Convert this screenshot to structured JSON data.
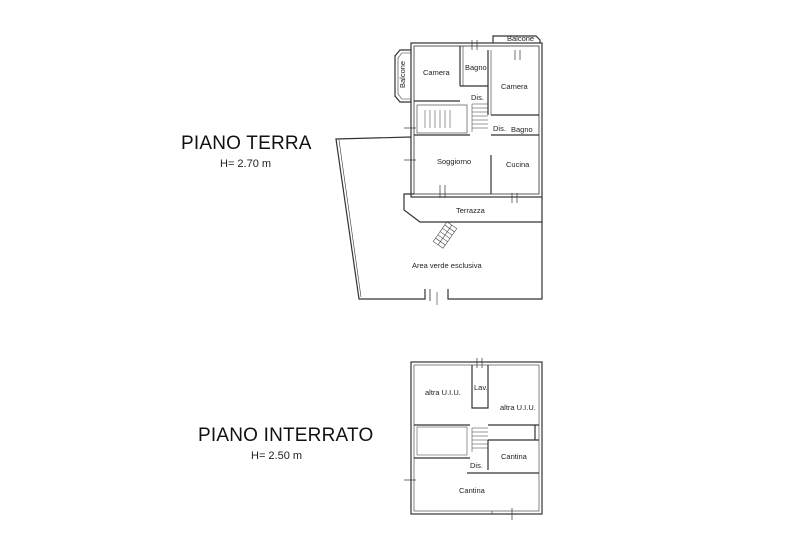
{
  "floors": [
    {
      "title": "PIANO TERRA",
      "height": "H= 2.70 m",
      "rooms": {
        "balcone_left": "Balcone",
        "balcone_top": "Balcone",
        "camera_left": "Camera",
        "bagno_top": "Bagno",
        "camera_right": "Camera",
        "dis_top": "Dis.",
        "dis_mid": "Dis.",
        "bagno_mid": "Bagno",
        "soggiorno": "Soggiorno",
        "cucina": "Cucina",
        "terrazza": "Terrazza",
        "area_verde": "Area verde esclusiva"
      }
    },
    {
      "title": "PIANO INTERRATO",
      "height": "H= 2.50 m",
      "rooms": {
        "altra_left": "altra U.I.U.",
        "lav": "Lav.",
        "altra_right": "altra U.I.U.",
        "cantina_right": "Cantina",
        "dis": "Dis.",
        "cantina_bottom": "Cantina"
      }
    }
  ]
}
